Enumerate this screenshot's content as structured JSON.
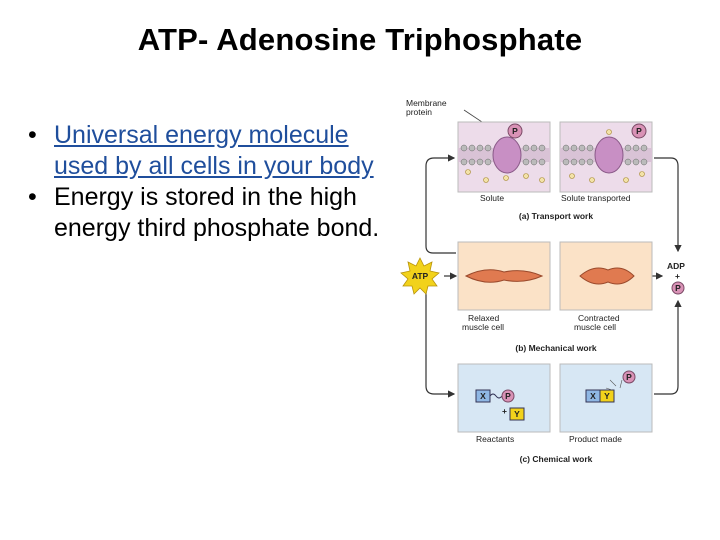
{
  "slide": {
    "title": "ATP- Adenosine Triphosphate",
    "bullets": [
      {
        "text": "Universal energy molecule used by all cells in your body",
        "is_link": true
      },
      {
        "text": "Energy is stored in the high energy third phosphate bond.",
        "is_link": false
      }
    ],
    "bullet_glyph": "•"
  },
  "figure": {
    "membrane_protein_label": "Membrane protein",
    "solute_label": "Solute",
    "solute_transported_label": "Solute transported",
    "transport_caption": "(a) Transport work",
    "relaxed_label": "Relaxed muscle cell",
    "contracted_label": "Contracted muscle cell",
    "mechanical_caption": "(b) Mechanical work",
    "reactants_label": "Reactants",
    "product_label": "Product made",
    "chemical_caption": "(c) Chemical work",
    "atp_label": "ATP",
    "adp_label": "ADP",
    "plus": "+",
    "p_label": "P",
    "x_label": "X",
    "y_label": "Y",
    "colors": {
      "transport_bg": "#eddcea",
      "mechanical_bg": "#fbe2c7",
      "chemical_bg": "#d7e7f4",
      "atp_fill": "#f2d21b",
      "phosphate_fill": "#d992b6",
      "muscle_fill": "#e07a50",
      "link_text": "#1f4e9c"
    }
  }
}
